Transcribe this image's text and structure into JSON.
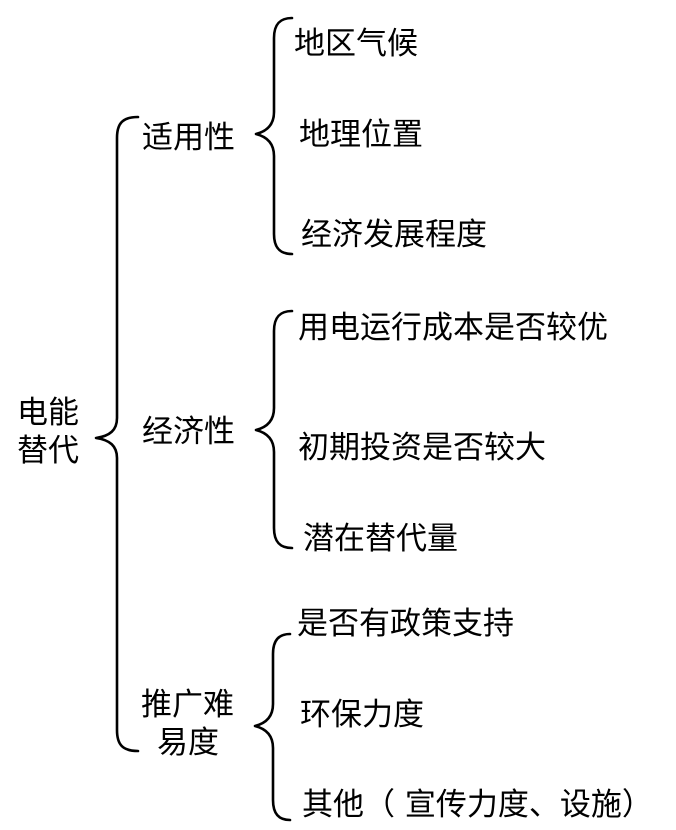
{
  "diagram": {
    "root": {
      "lines": [
        "电能",
        "替代"
      ]
    },
    "categories": [
      {
        "name": "适用性",
        "items": [
          "地区气候",
          "地理位置",
          "经济发展程度"
        ]
      },
      {
        "name": "经济性",
        "items": [
          "用电运行成本是否较优",
          "初期投资是否较大",
          "潜在替代量"
        ]
      },
      {
        "name_lines": [
          "推广难",
          "易度"
        ],
        "items": [
          "是否有政策支持",
          "环保力度",
          "其他（ 宣传力度、设施）"
        ]
      }
    ]
  },
  "colors": {
    "ink": "#000000",
    "background": "#ffffff"
  }
}
